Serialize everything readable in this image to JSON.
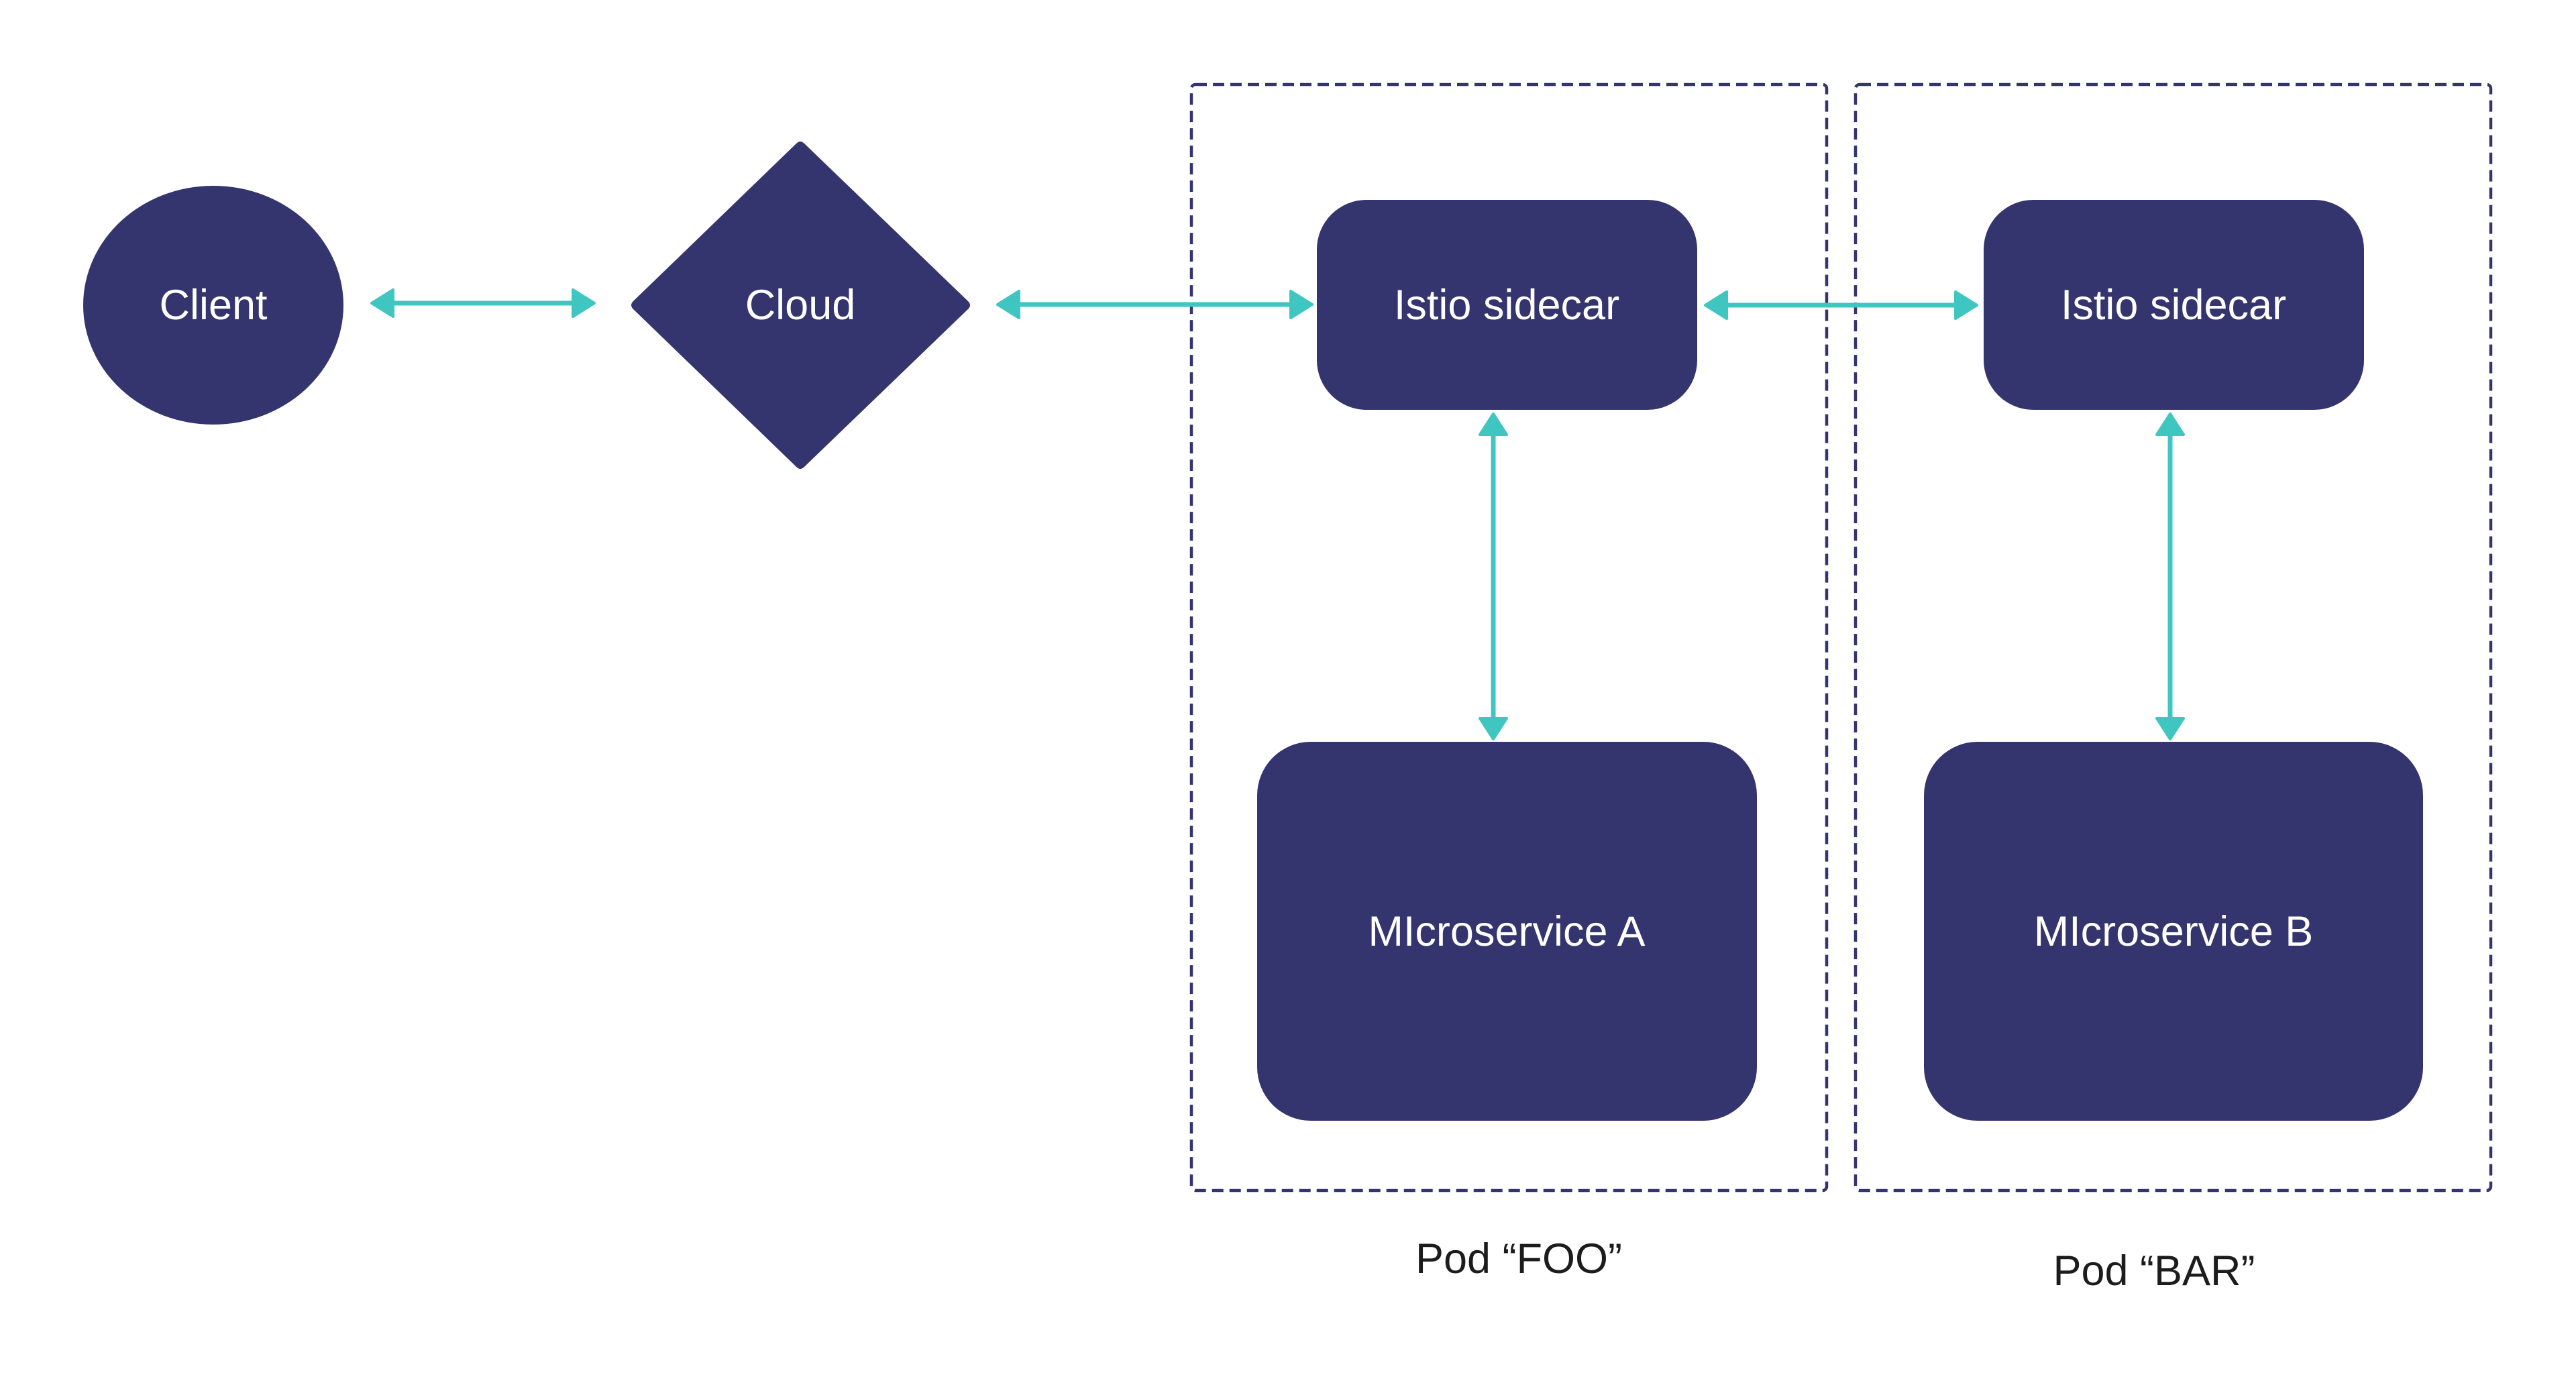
{
  "diagram": {
    "title": "",
    "colors": {
      "node_fill": "#34346e",
      "node_text": "#ffffff",
      "edge": "#40c6c0",
      "group_border": "#34346e",
      "group_label": "#1c1c1c",
      "background": "#ffffff"
    },
    "nodes": [
      {
        "id": "client",
        "label": "Client",
        "shape": "ellipse"
      },
      {
        "id": "cloud",
        "label": "Cloud",
        "shape": "diamond"
      },
      {
        "id": "sidecar_foo",
        "label": "Istio sidecar",
        "shape": "rounded-rect",
        "group": "pod_foo"
      },
      {
        "id": "microservice_a",
        "label": "MIcroservice A",
        "shape": "rounded-rect",
        "group": "pod_foo"
      },
      {
        "id": "sidecar_bar",
        "label": "Istio sidecar",
        "shape": "rounded-rect",
        "group": "pod_bar"
      },
      {
        "id": "microservice_b",
        "label": "MIcroservice B",
        "shape": "rounded-rect",
        "group": "pod_bar"
      }
    ],
    "groups": [
      {
        "id": "pod_foo",
        "label": "Pod “FOO”",
        "border": "dashed"
      },
      {
        "id": "pod_bar",
        "label": "Pod “BAR”",
        "border": "dashed"
      }
    ],
    "edges": [
      {
        "from": "client",
        "to": "cloud",
        "direction": "both"
      },
      {
        "from": "cloud",
        "to": "sidecar_foo",
        "direction": "both"
      },
      {
        "from": "sidecar_foo",
        "to": "sidecar_bar",
        "direction": "both"
      },
      {
        "from": "sidecar_foo",
        "to": "microservice_a",
        "direction": "both"
      },
      {
        "from": "sidecar_bar",
        "to": "microservice_b",
        "direction": "both"
      }
    ]
  }
}
